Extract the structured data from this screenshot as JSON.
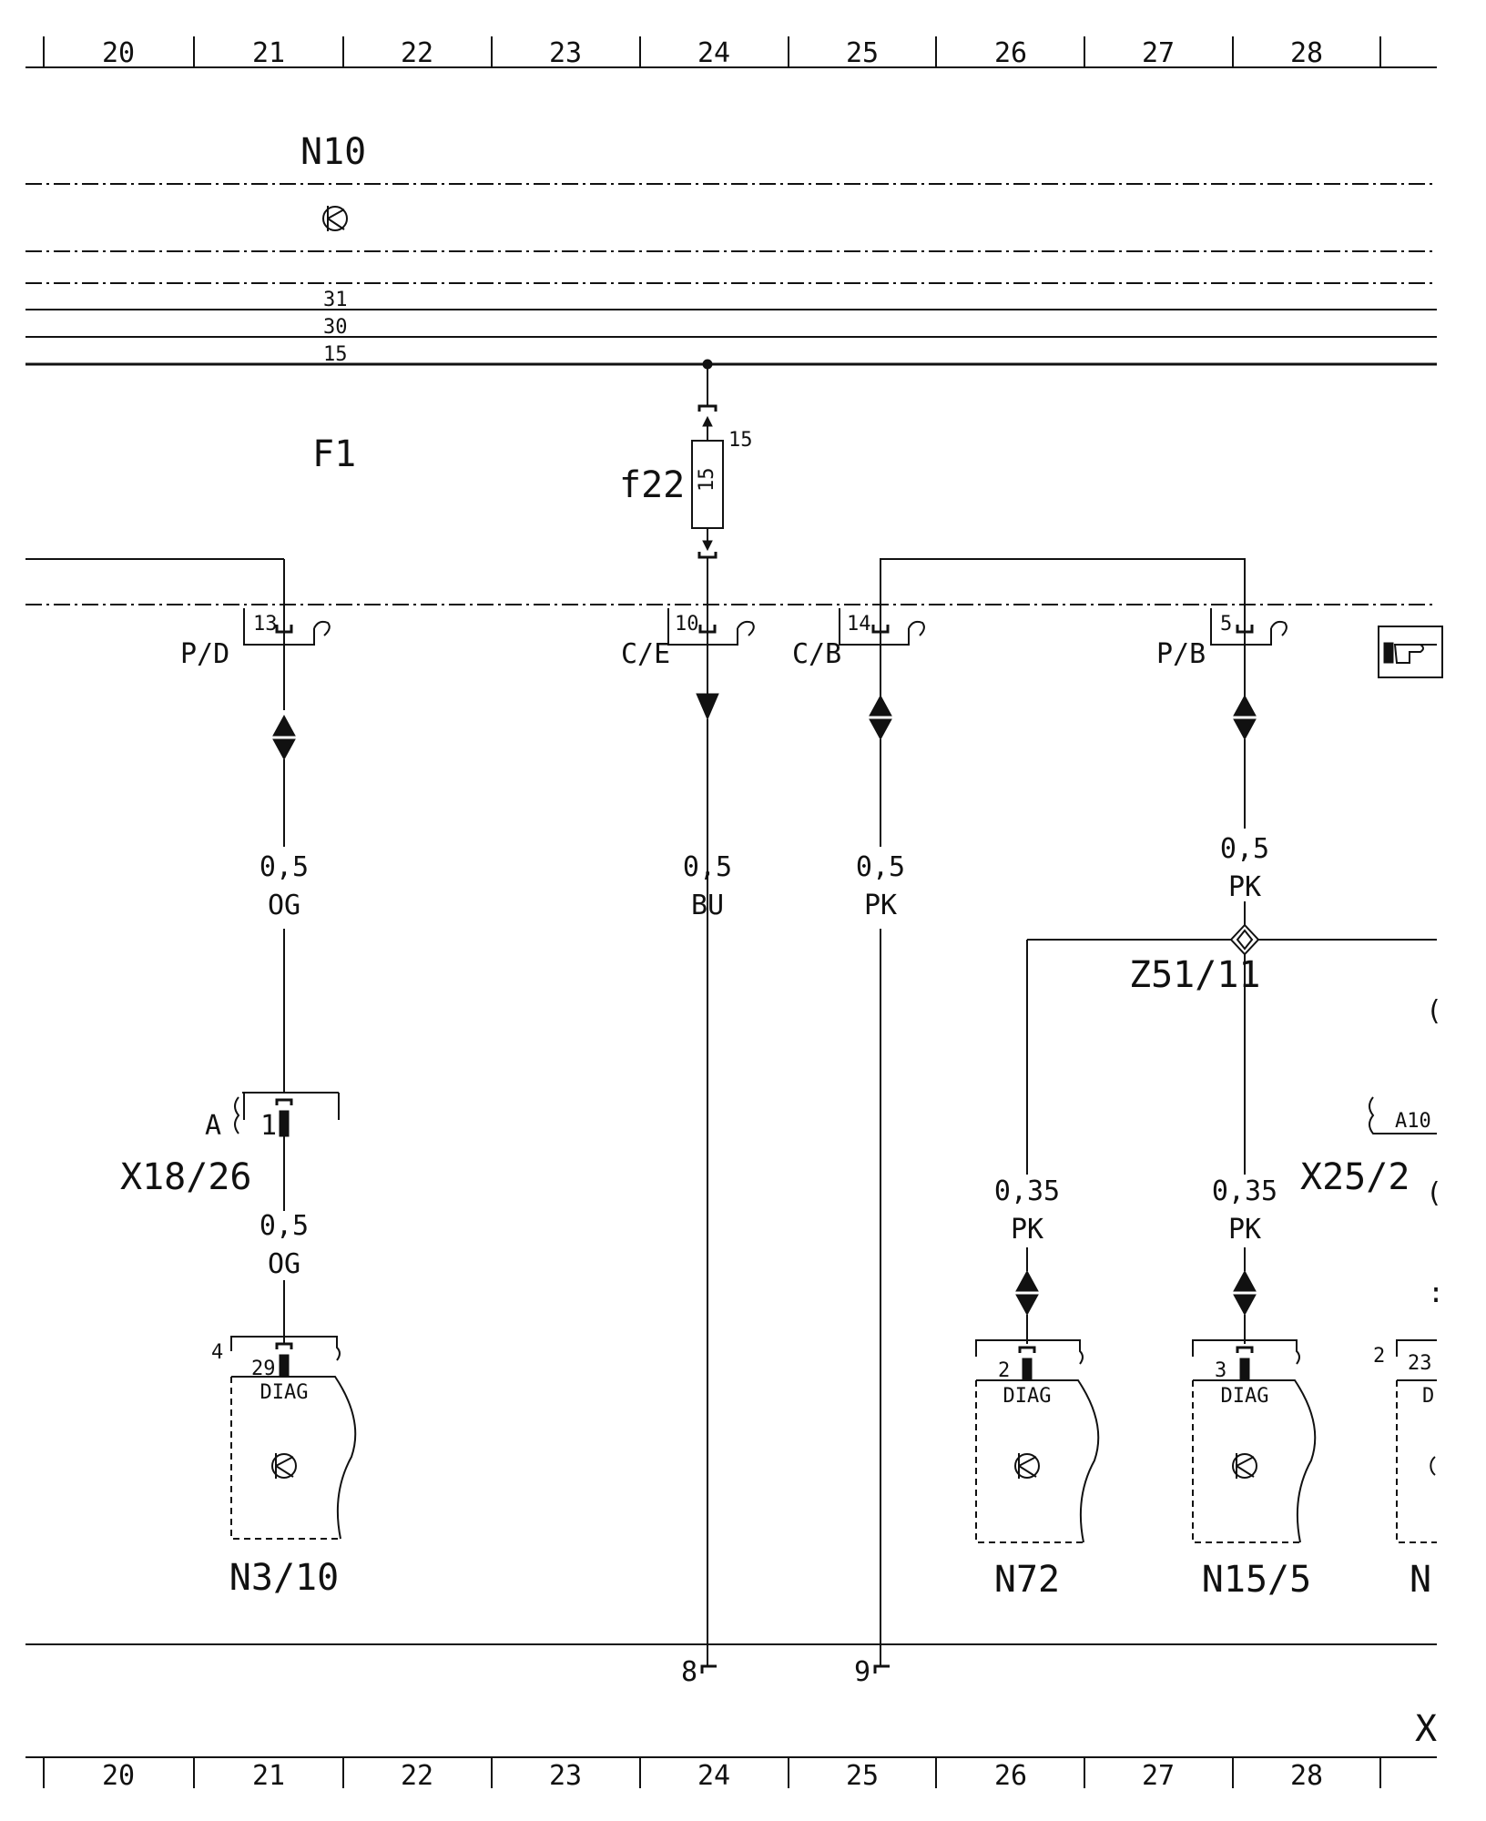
{
  "grid_columns": [
    "20",
    "21",
    "22",
    "23",
    "24",
    "25",
    "26",
    "27",
    "28"
  ],
  "bus": {
    "module": "N10",
    "terminals": [
      "31",
      "30",
      "15"
    ]
  },
  "fuse_panel": {
    "label": "F1",
    "fuse": {
      "name": "f22",
      "rating": "15",
      "pin": "15"
    }
  },
  "connectors_top": [
    {
      "pin": "13",
      "label": "P/D"
    },
    {
      "pin": "10",
      "label": "C/E"
    },
    {
      "pin": "14",
      "label": "C/B"
    },
    {
      "pin": "5",
      "label": "P/B"
    }
  ],
  "wires": [
    {
      "size": "0,5",
      "color": "OG"
    },
    {
      "size": "0,5",
      "color": "BU"
    },
    {
      "size": "0,5",
      "color": "PK"
    },
    {
      "size": "0,5",
      "color": "PK"
    },
    {
      "size": "0,5",
      "color": "OG"
    },
    {
      "size": "0,35",
      "color": "PK"
    },
    {
      "size": "0,35",
      "color": "PK"
    }
  ],
  "splice": "Z51/11",
  "connector_x18": {
    "name": "X18/26",
    "side": "A",
    "pin": "1"
  },
  "connector_x25": {
    "name": "X25/2",
    "pin": "A10"
  },
  "modules": [
    {
      "name": "N3/10",
      "pin": "29",
      "sheet": "4",
      "tag": "DIAG"
    },
    {
      "name": "N72",
      "pin": "2",
      "tag": "DIAG"
    },
    {
      "name": "N15/5",
      "pin": "3",
      "tag": "DIAG"
    },
    {
      "name": "N",
      "pin": "23",
      "sheet": "2",
      "tag": "D"
    }
  ],
  "ground_points": [
    "8",
    "9"
  ],
  "bottom_label": "X",
  "right_edge_glyphs": [
    "(",
    "(",
    ":"
  ],
  "icons": [
    "control-unit-icon",
    "pointing-hand-icon",
    "fuse-icon",
    "splice-icon"
  ]
}
